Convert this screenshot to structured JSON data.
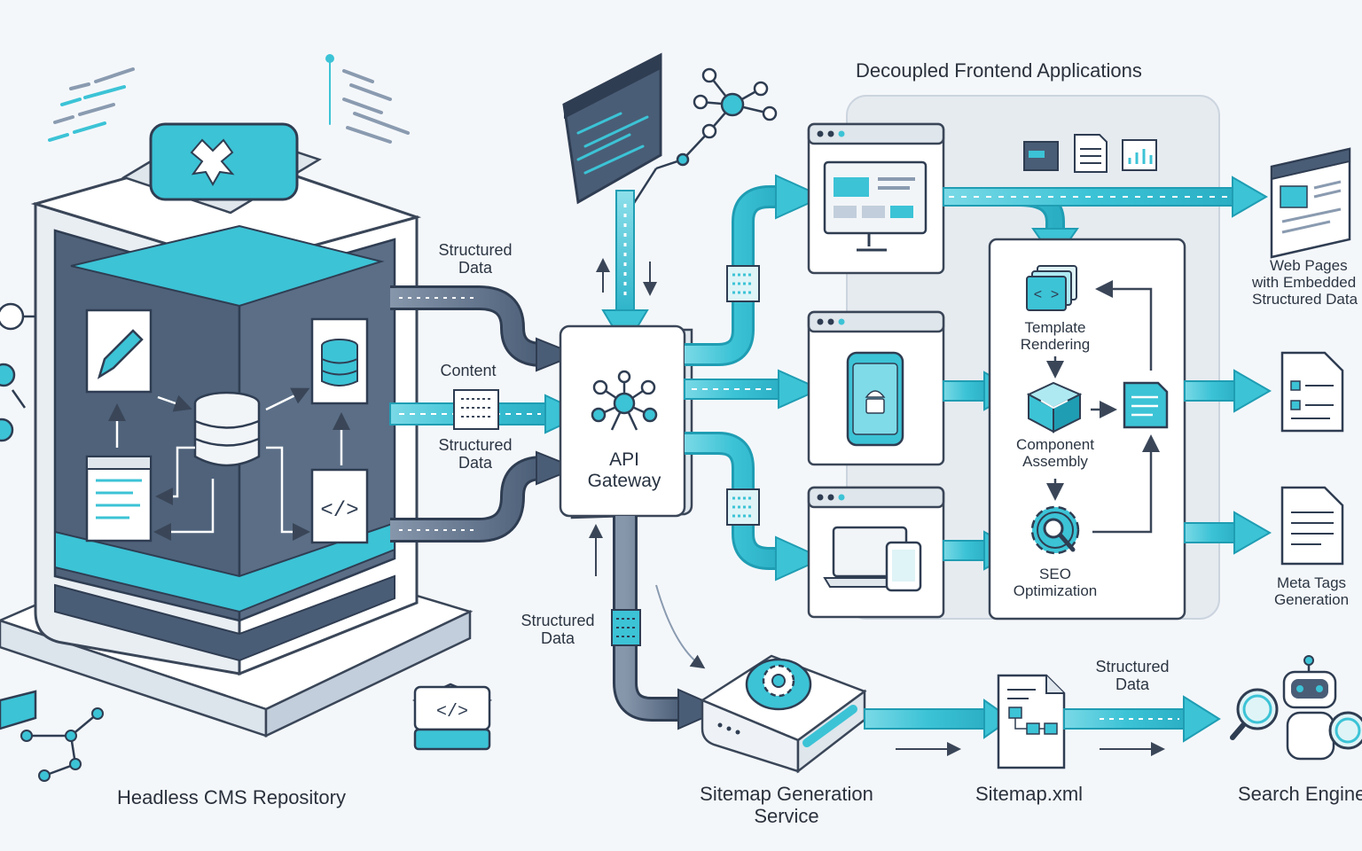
{
  "titles": {
    "cms": "Headless CMS Repository",
    "frontend": "Decoupled Frontend Applications",
    "sitemap_service": [
      "Sitemap Generation",
      "Service"
    ],
    "sitemap_file": "Sitemap.xml",
    "search_engine": "Search Engine"
  },
  "flows": {
    "structured_data_1": [
      "Structured",
      "Data"
    ],
    "content": "Content",
    "structured_data_2": [
      "Structured",
      "Data"
    ],
    "structured_data_3": [
      "Structured",
      "Data"
    ],
    "structured_data_4": [
      "Structured",
      "Data"
    ]
  },
  "gateway": [
    "API",
    "Gateway"
  ],
  "pipeline": {
    "template": [
      "Template",
      "Rendering"
    ],
    "component": [
      "Component",
      "Assembly"
    ],
    "seo": [
      "SEO",
      "Optimization"
    ]
  },
  "outputs": {
    "web_pages": [
      "Web Pages",
      "with Embedded",
      "Structured Data"
    ],
    "meta_tags": [
      "Meta Tags",
      "Generation"
    ]
  },
  "colors": {
    "accent": "#3cc3d6",
    "accent_dark": "#1f9db3",
    "navy": "#4a5d76",
    "navy_dark": "#2f3d52",
    "outline": "#3a4658",
    "panel": "#ffffff",
    "background": "#f4f7fa"
  },
  "icons": [
    "pencil-icon",
    "database-icon",
    "code-icon",
    "hub-icon",
    "android-phone-icon",
    "laptop-tablet-icon",
    "gear-icon",
    "magnifier-icon",
    "document-icon",
    "robot-icon"
  ]
}
